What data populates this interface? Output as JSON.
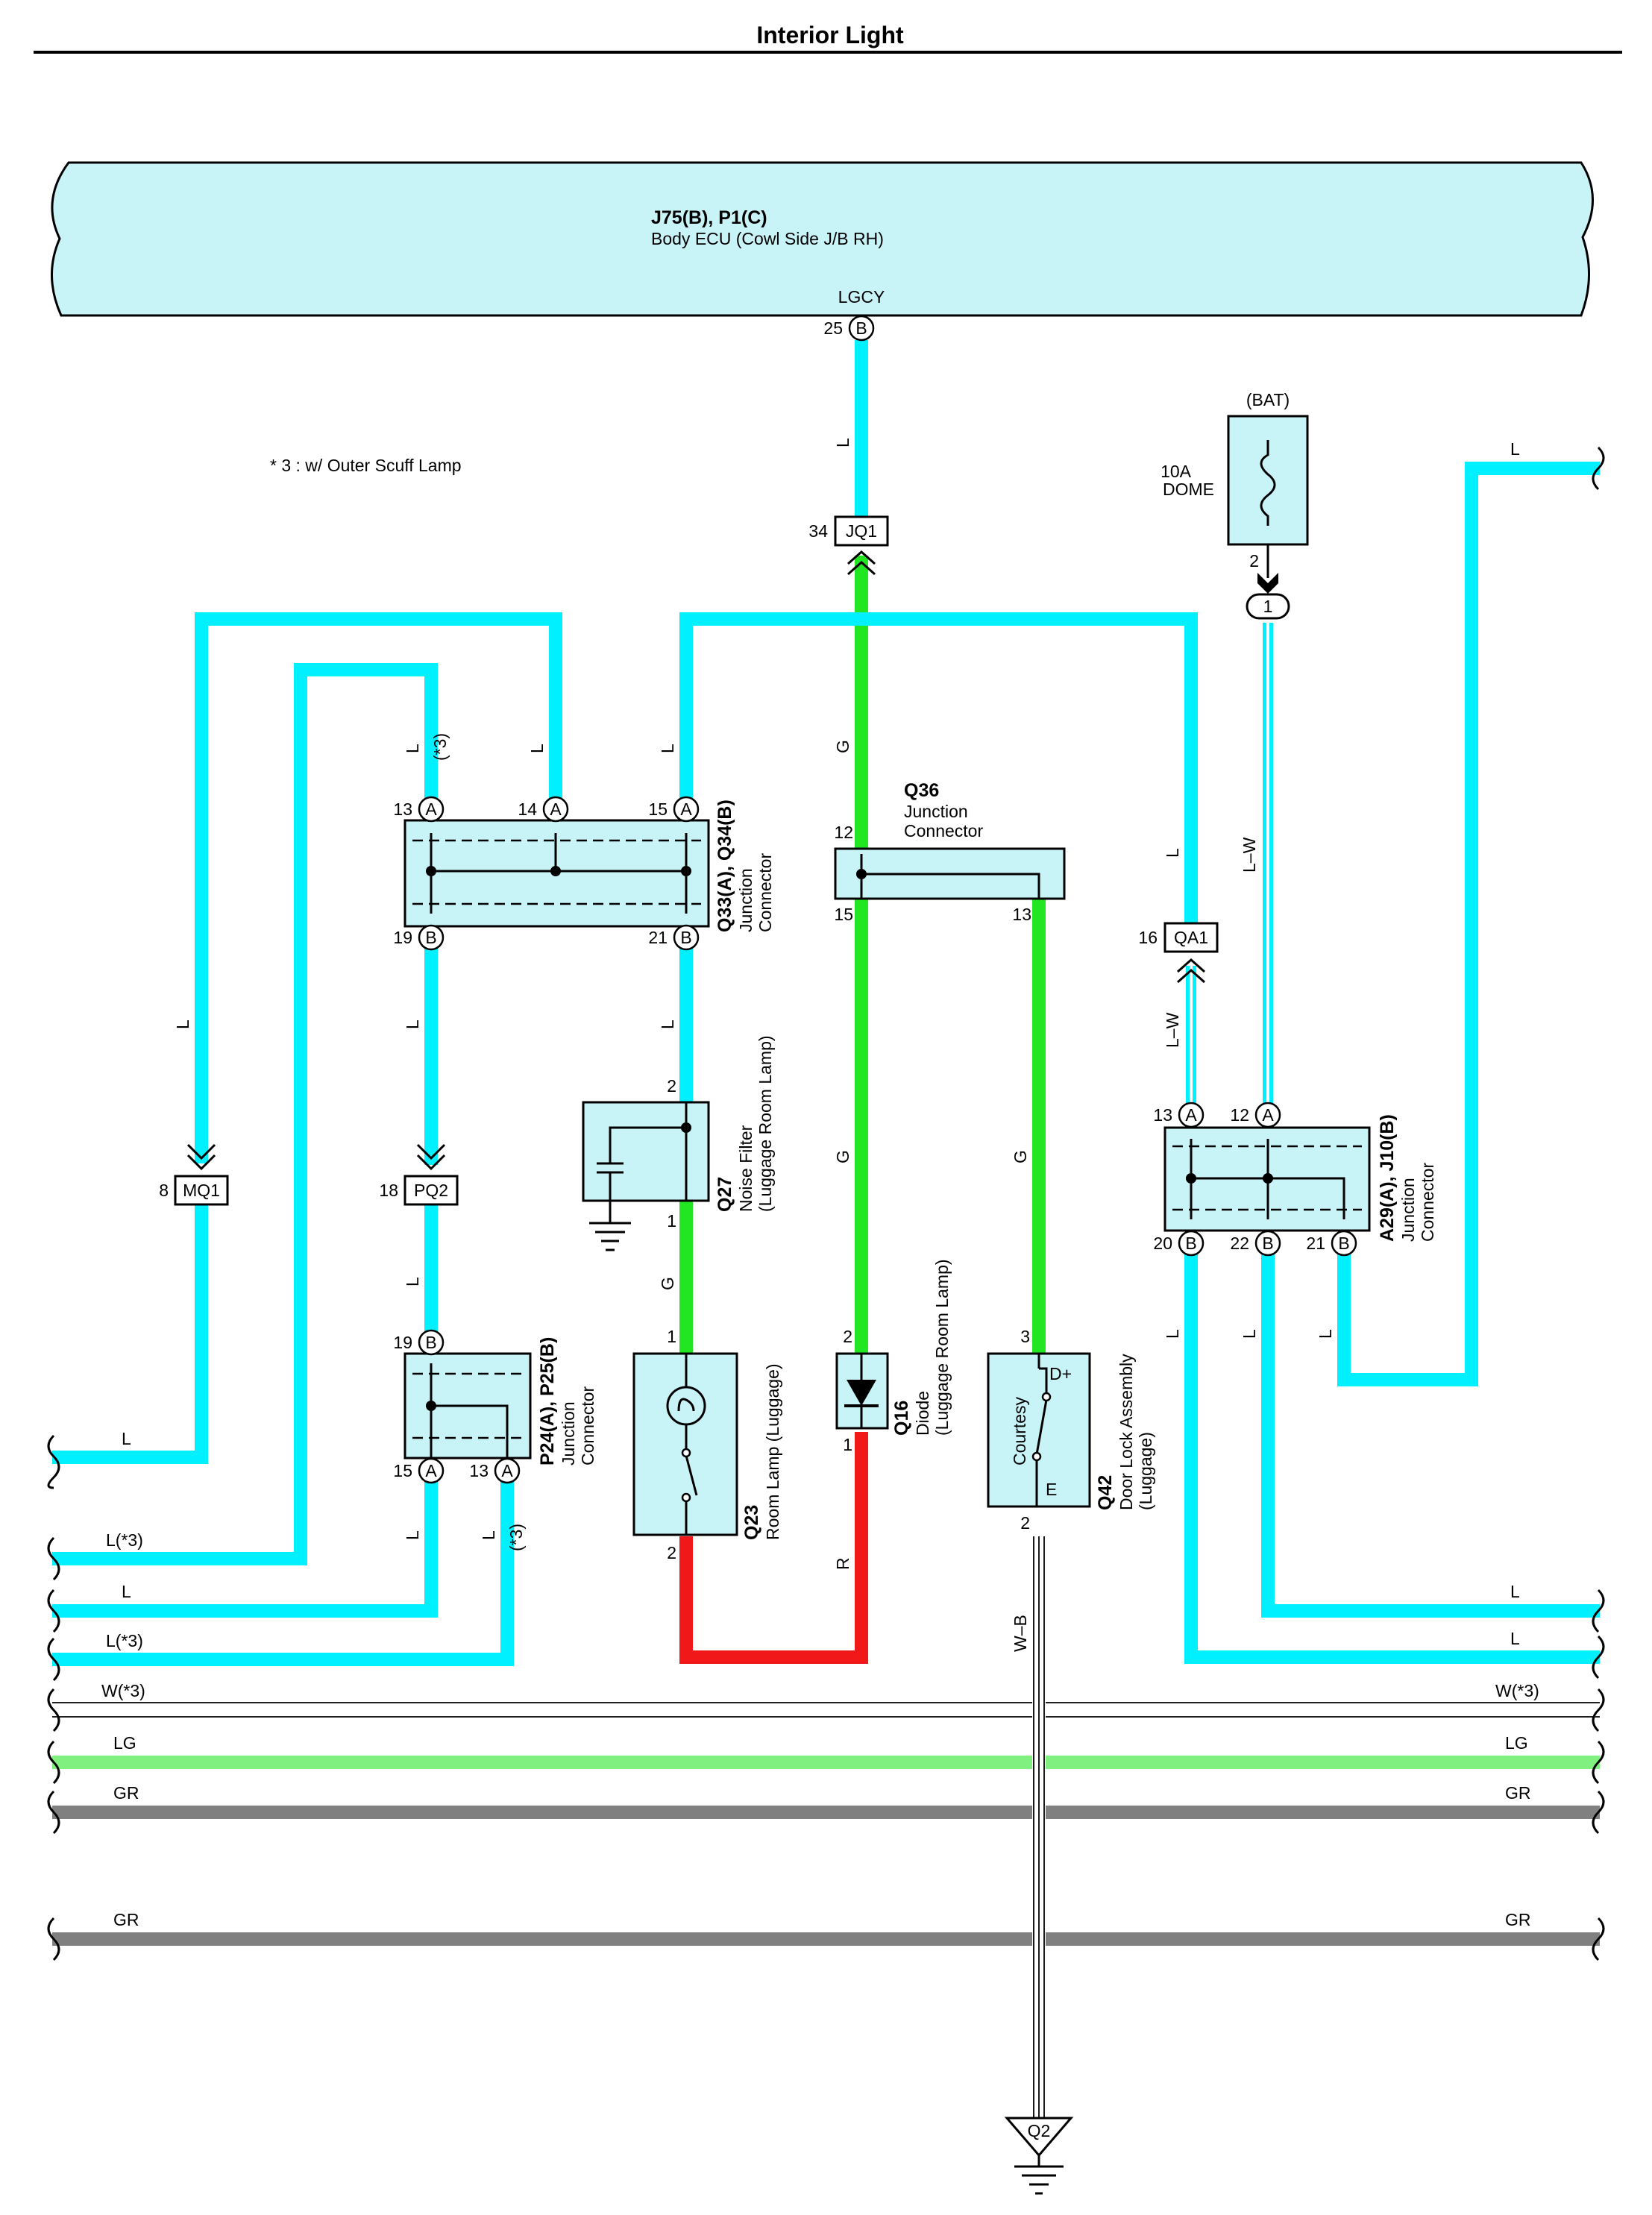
{
  "title": "Interior Light",
  "note": "* 3 : w/ Outer Scuff Lamp",
  "colors": {
    "L": "#00F0FF",
    "G": "#22E622",
    "R": "#F01818",
    "LG": "#80F080",
    "GR": "#808080",
    "box": "#C8F4F8"
  },
  "body_ecu": {
    "id": "J75(B), P1(C)",
    "name": "Body ECU (Cowl Side J/B RH)",
    "terminal": "LGCY",
    "pin": "25",
    "pin_letter": "B"
  },
  "fuse": {
    "header": "(BAT)",
    "rating": "10A",
    "name": "DOME",
    "pin": "2",
    "connector_pin": "1"
  },
  "connectors": {
    "jq1": {
      "id": "JQ1",
      "pin": "34"
    },
    "mq1": {
      "id": "MQ1",
      "pin": "8"
    },
    "pq2": {
      "id": "PQ2",
      "pin": "18"
    },
    "qa1": {
      "id": "QA1",
      "pin": "16"
    },
    "q2": {
      "id": "Q2"
    }
  },
  "components": {
    "q33": {
      "id": "Q33(A), Q34(B)",
      "line1": "Junction",
      "line2": "Connector",
      "pins": [
        "13",
        "14",
        "15",
        "19",
        "21"
      ],
      "letters": [
        "A",
        "A",
        "A",
        "B",
        "B"
      ]
    },
    "q36": {
      "id": "Q36",
      "line1": "Junction",
      "line2": "Connector",
      "pins": [
        "12",
        "15",
        "13"
      ]
    },
    "a29": {
      "id": "A29(A), J10(B)",
      "line1": "Junction",
      "line2": "Connector",
      "pins": [
        "13",
        "12",
        "20",
        "22",
        "21"
      ],
      "letters": [
        "A",
        "A",
        "B",
        "B",
        "B"
      ]
    },
    "q27": {
      "id": "Q27",
      "line1": "Noise Filter",
      "line2": "(Luggage Room Lamp)",
      "pins": [
        "2",
        "1"
      ]
    },
    "p24": {
      "id": "P24(A), P25(B)",
      "line1": "Junction",
      "line2": "Connector",
      "pins": [
        "19",
        "15",
        "13"
      ],
      "letters": [
        "B",
        "A",
        "A"
      ]
    },
    "q23": {
      "id": "Q23",
      "line1": "Room Lamp (Luggage)",
      "pins": [
        "1",
        "2"
      ]
    },
    "q16": {
      "id": "Q16",
      "line1": "Diode",
      "line2": "(Luggage Room Lamp)",
      "pins": [
        "2",
        "1"
      ]
    },
    "q42": {
      "id": "Q42",
      "line1": "Door Lock Assembly",
      "line2": "(Luggage)",
      "inner": "Courtesy",
      "dplus": "D+",
      "e": "E",
      "pins": [
        "3",
        "2"
      ]
    }
  },
  "wire_labels": {
    "L": "L",
    "G": "G",
    "R": "R",
    "WB": "W–B",
    "LW": "L–W",
    "star3": "(*3)",
    "L3": "L(*3)",
    "W3": "W(*3)",
    "LG": "LG",
    "GR": "GR"
  }
}
